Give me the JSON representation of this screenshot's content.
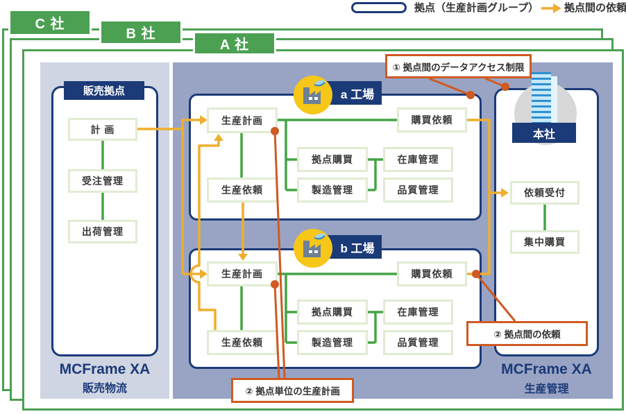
{
  "legend": {
    "node": "拠点（生産計画グループ）",
    "arrow": "拠点間の依頼"
  },
  "companies": [
    {
      "label": "C 社"
    },
    {
      "label": "B 社"
    },
    {
      "label": "A 社"
    }
  ],
  "sales": {
    "header": "販売拠点",
    "plan": "計 画",
    "order": "受注管理",
    "shipping": "出荷管理",
    "product": "MCFrame XA",
    "product_sub": "販売物流"
  },
  "factories": [
    {
      "label": "a 工場",
      "plan": "生産計画",
      "purchase_request": "購買依頼",
      "site_purchase": "拠点購買",
      "inventory": "在庫管理",
      "manufacturing": "製造管理",
      "quality": "品質管理",
      "production_request": "生産依頼"
    },
    {
      "label": "b 工場",
      "plan": "生産計画",
      "purchase_request": "購買依頼",
      "site_purchase": "拠点購買",
      "inventory": "在庫管理",
      "manufacturing": "製造管理",
      "quality": "品質管理",
      "production_request": "生産依頼"
    }
  ],
  "hq": {
    "label": "本社",
    "request_reception": "依頼受付",
    "central_purchase": "集中購買",
    "product": "MCFrame XA",
    "product_sub": "生産管理"
  },
  "annotations": {
    "access_restriction": "① 拠点間のデータアクセス制限",
    "inter_site_request": "② 拠点間の依頼",
    "per_site_plan": "② 拠点単位の生産計画"
  },
  "colors": {
    "frame_green": "#4ba052",
    "navy": "#1b3a78",
    "panel_light": "#cfd5e3",
    "panel_dark": "#99a4c4",
    "line_green": "#44a444",
    "line_orange": "#efae2e",
    "line_red": "#cf5a22",
    "module_border": "#e0ecd2",
    "factory_icon_yellow": "#f6c619"
  }
}
